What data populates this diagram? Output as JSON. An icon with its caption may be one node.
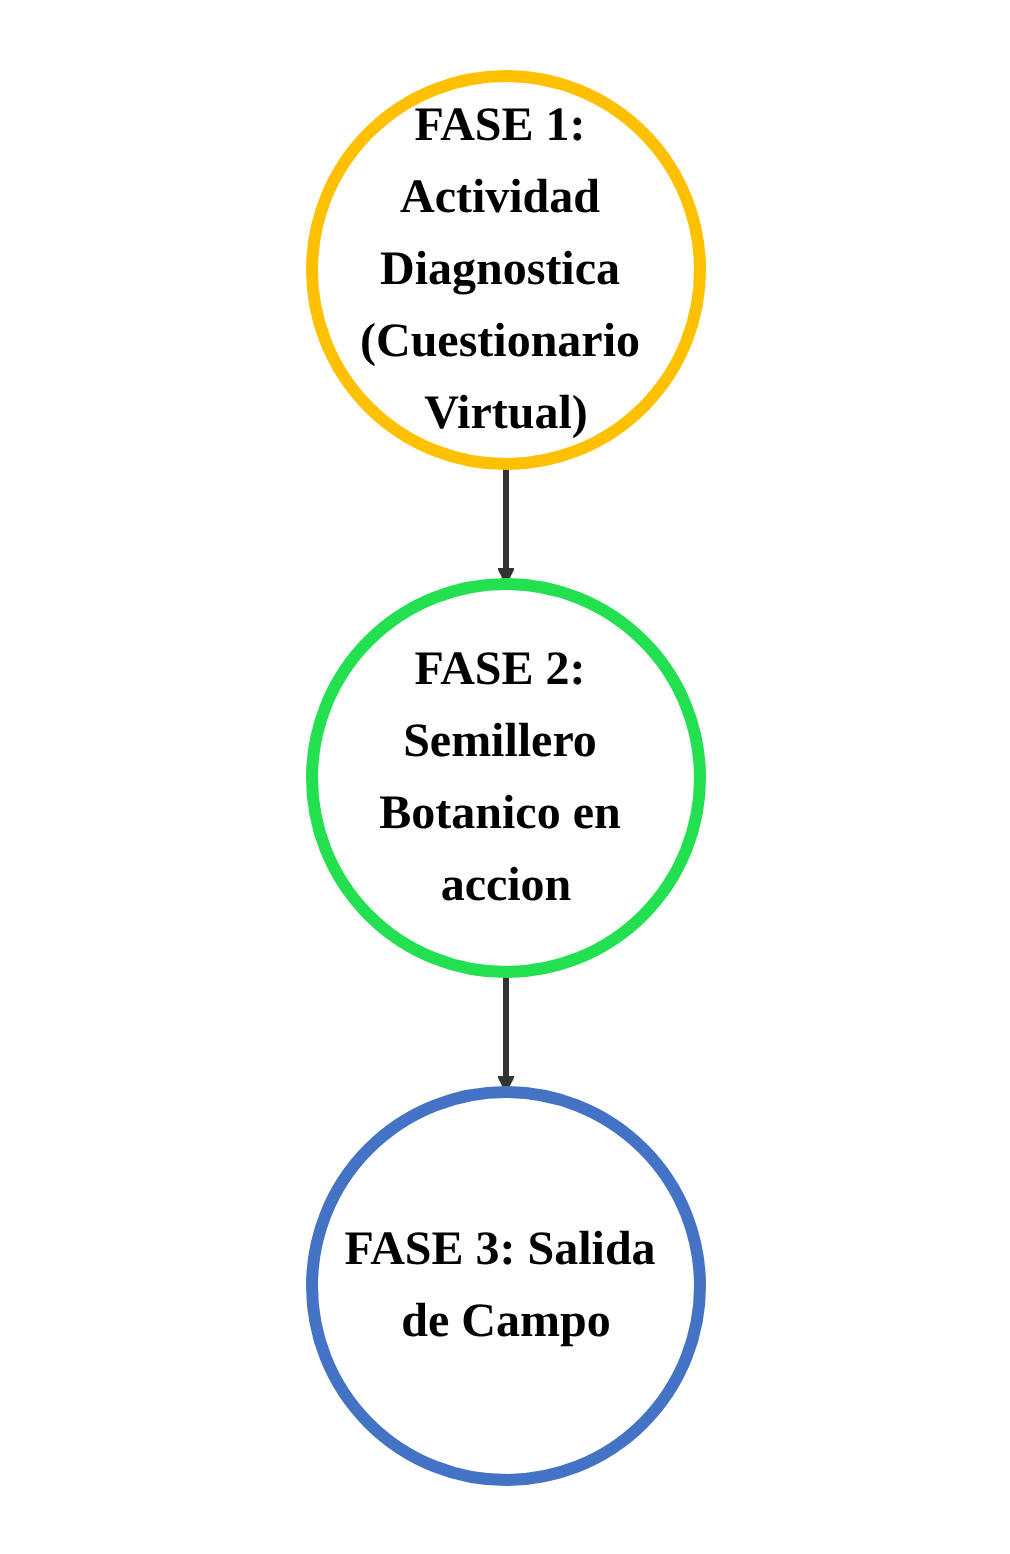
{
  "diagram": {
    "nodes": [
      {
        "text": [
          "FASE 1: Actividad Diagnostica (Cuestionario Virtual)"
        ]
      },
      {
        "text": [
          "FASE 2: Semillero Botanico en accion"
        ]
      },
      {
        "text": [
          "FASE 3: Salida de Campo"
        ]
      }
    ],
    "edges": [
      {
        "from": 0,
        "to": 1,
        "arrow": "to"
      },
      {
        "from": 1,
        "to": 2,
        "arrow": "to"
      }
    ]
  }
}
